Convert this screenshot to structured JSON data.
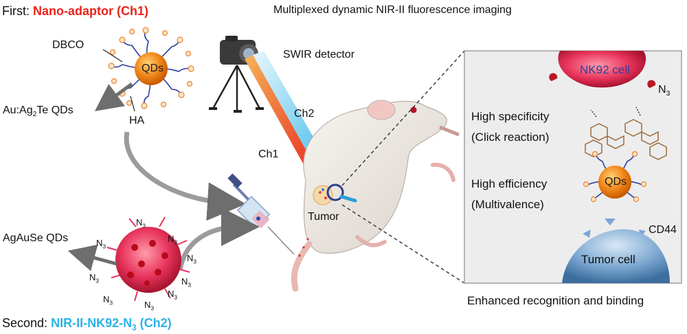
{
  "header": {
    "first_prefix": "First:",
    "first_label": "Nano-adaptor (Ch1)",
    "title": "Multiplexed dynamic NIR-II fluorescence imaging",
    "second_prefix": "Second:",
    "second_label_main": "NIR-II-NK92-N",
    "second_label_sub": "3",
    "second_label_suffix": " (Ch2)"
  },
  "nano_adaptor": {
    "dbco": "DBCO",
    "qds": "QDs",
    "au_ag_prefix": "Au:Ag",
    "au_ag_sub": "2",
    "au_ag_suffix": "Te QDs",
    "ha": "HA"
  },
  "detector": {
    "label": "SWIR detector",
    "ch1": "Ch1",
    "ch2": "Ch2"
  },
  "mouse": {
    "tumor": "Tumor"
  },
  "nk92": {
    "qd_label": "AgAuSe QDs",
    "n_main": "N",
    "n_sub": "3"
  },
  "inset": {
    "cell": "NK92 cell",
    "n3_main": "N",
    "n3_sub": "3",
    "specificity": "High specificity",
    "click": "(Click reaction)",
    "efficiency": "High efficiency",
    "multivalence": "(Multivalence)",
    "qds": "QDs",
    "cd44": "CD44",
    "tumor_cell": "Tumor cell",
    "caption": "Enhanced recognition and binding"
  },
  "colors": {
    "accent_red": "#e8231c",
    "accent_blue": "#2ab3e6",
    "qd_orange": "#f08a1a",
    "nk_pink": "#e8345c",
    "tumor_blue": "#5b8fbf"
  }
}
